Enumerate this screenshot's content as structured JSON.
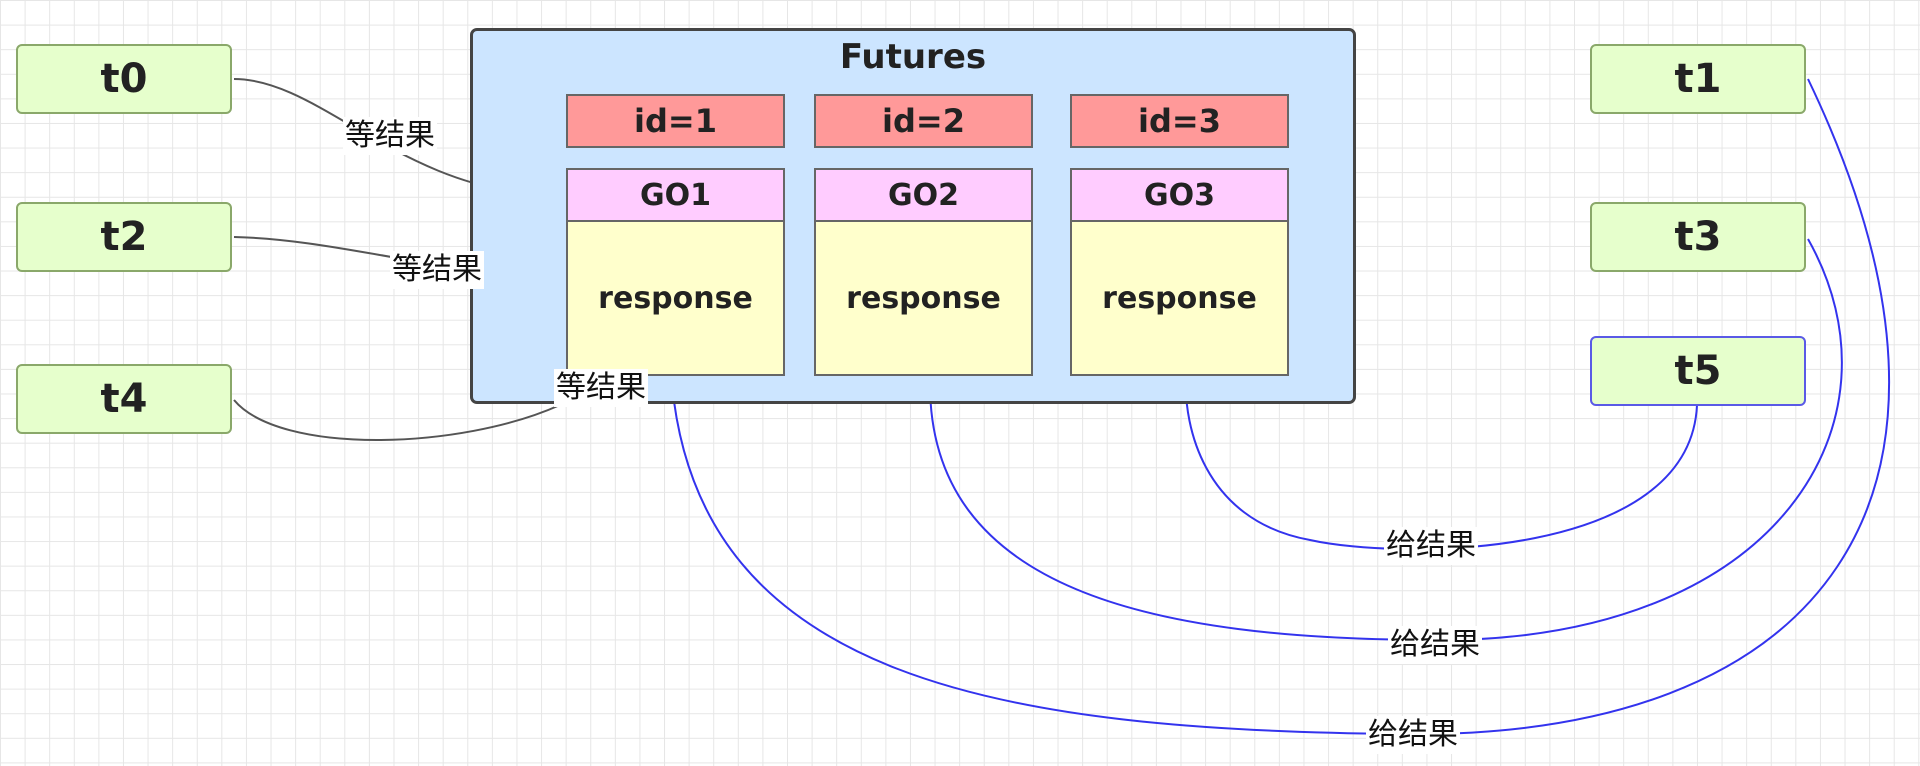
{
  "futures": {
    "title": "Futures",
    "cells": [
      {
        "id_label": "id=1",
        "guarded_object": "GO1",
        "content": "response"
      },
      {
        "id_label": "id=2",
        "guarded_object": "GO2",
        "content": "response"
      },
      {
        "id_label": "id=3",
        "guarded_object": "GO3",
        "content": "response"
      }
    ]
  },
  "threads": {
    "t0": "t0",
    "t1": "t1",
    "t2": "t2",
    "t3": "t3",
    "t4": "t4",
    "t5": "t5"
  },
  "edges": {
    "wait_label": "等结果",
    "give_label": "给结果"
  },
  "colors": {
    "wait_edge": "#444444",
    "give_edge": "#3333ee",
    "thread_fill": "#e6ffcc",
    "futures_fill": "#cce5ff",
    "id_fill": "#ff9999",
    "go_fill": "#ffccff",
    "response_fill": "#ffffcc"
  }
}
